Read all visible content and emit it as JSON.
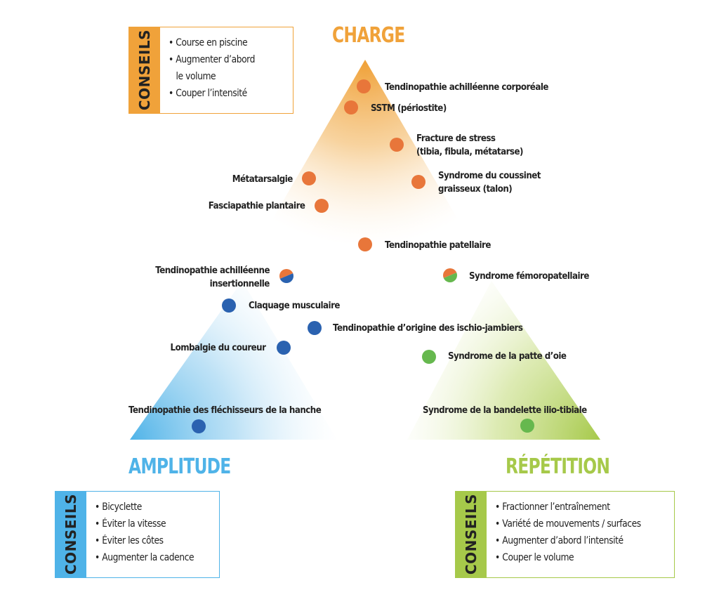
{
  "colors": {
    "charge": "#F0A23A",
    "amplitude": "#4FB3E8",
    "repetition": "#A6C94A",
    "dot_charge": "#E8763A",
    "dot_amplitude": "#2A62B0",
    "dot_repetition": "#66B84E"
  },
  "titles": {
    "charge": "CHARGE",
    "amplitude": "AMPLITUDE",
    "repetition": "RÉPÉTITION"
  },
  "advice_boxes": {
    "charge": {
      "tab_label": "CONSEILS",
      "items": [
        "• Course en piscine",
        "• Augmenter d’abord",
        "le volume",
        "• Couper l’intensité"
      ]
    },
    "amplitude": {
      "tab_label": "CONSEILS",
      "items": [
        "• Bicyclette",
        "• Éviter la vitesse",
        "• Éviter les côtes",
        "• Augmenter la cadence"
      ]
    },
    "repetition": {
      "tab_label": "CONSEILS",
      "items": [
        "• Fractionner l’entraînement",
        "• Variété de mouvements / surfaces",
        "• Augmenter d’abord l’intensité",
        "• Couper le volume"
      ]
    }
  },
  "conditions": [
    {
      "label": "Tendinopathie achilléenne corporéale",
      "category": "charge"
    },
    {
      "label": "SSTM (périostite)",
      "category": "charge"
    },
    {
      "label": "Fracture de stress",
      "label2": "(tibia, fibula, métatarse)",
      "category": "charge"
    },
    {
      "label": "Syndrome du coussinet",
      "label2": "graisseux (talon)",
      "category": "charge"
    },
    {
      "label": "Métatarsalgie",
      "category": "charge"
    },
    {
      "label": "Fasciapathie plantaire",
      "category": "charge"
    },
    {
      "label": "Tendinopathie patellaire",
      "category": "charge"
    },
    {
      "label": "Tendinopathie achilléenne",
      "label2": "insertionnelle",
      "category": "charge+amplitude"
    },
    {
      "label": "Syndrome fémoropatellaire",
      "category": "charge+repetition"
    },
    {
      "label": "Claquage musculaire",
      "category": "amplitude"
    },
    {
      "label": "Tendinopathie d’origine des ischio-jambiers",
      "category": "amplitude"
    },
    {
      "label": "Lombalgie du coureur",
      "category": "amplitude"
    },
    {
      "label": "Tendinopathie des fléchisseurs de la hanche",
      "category": "amplitude"
    },
    {
      "label": "Syndrome de la patte d’oie",
      "category": "repetition"
    },
    {
      "label": "Syndrome de la bandelette ilio-tibiale",
      "category": "repetition"
    }
  ]
}
